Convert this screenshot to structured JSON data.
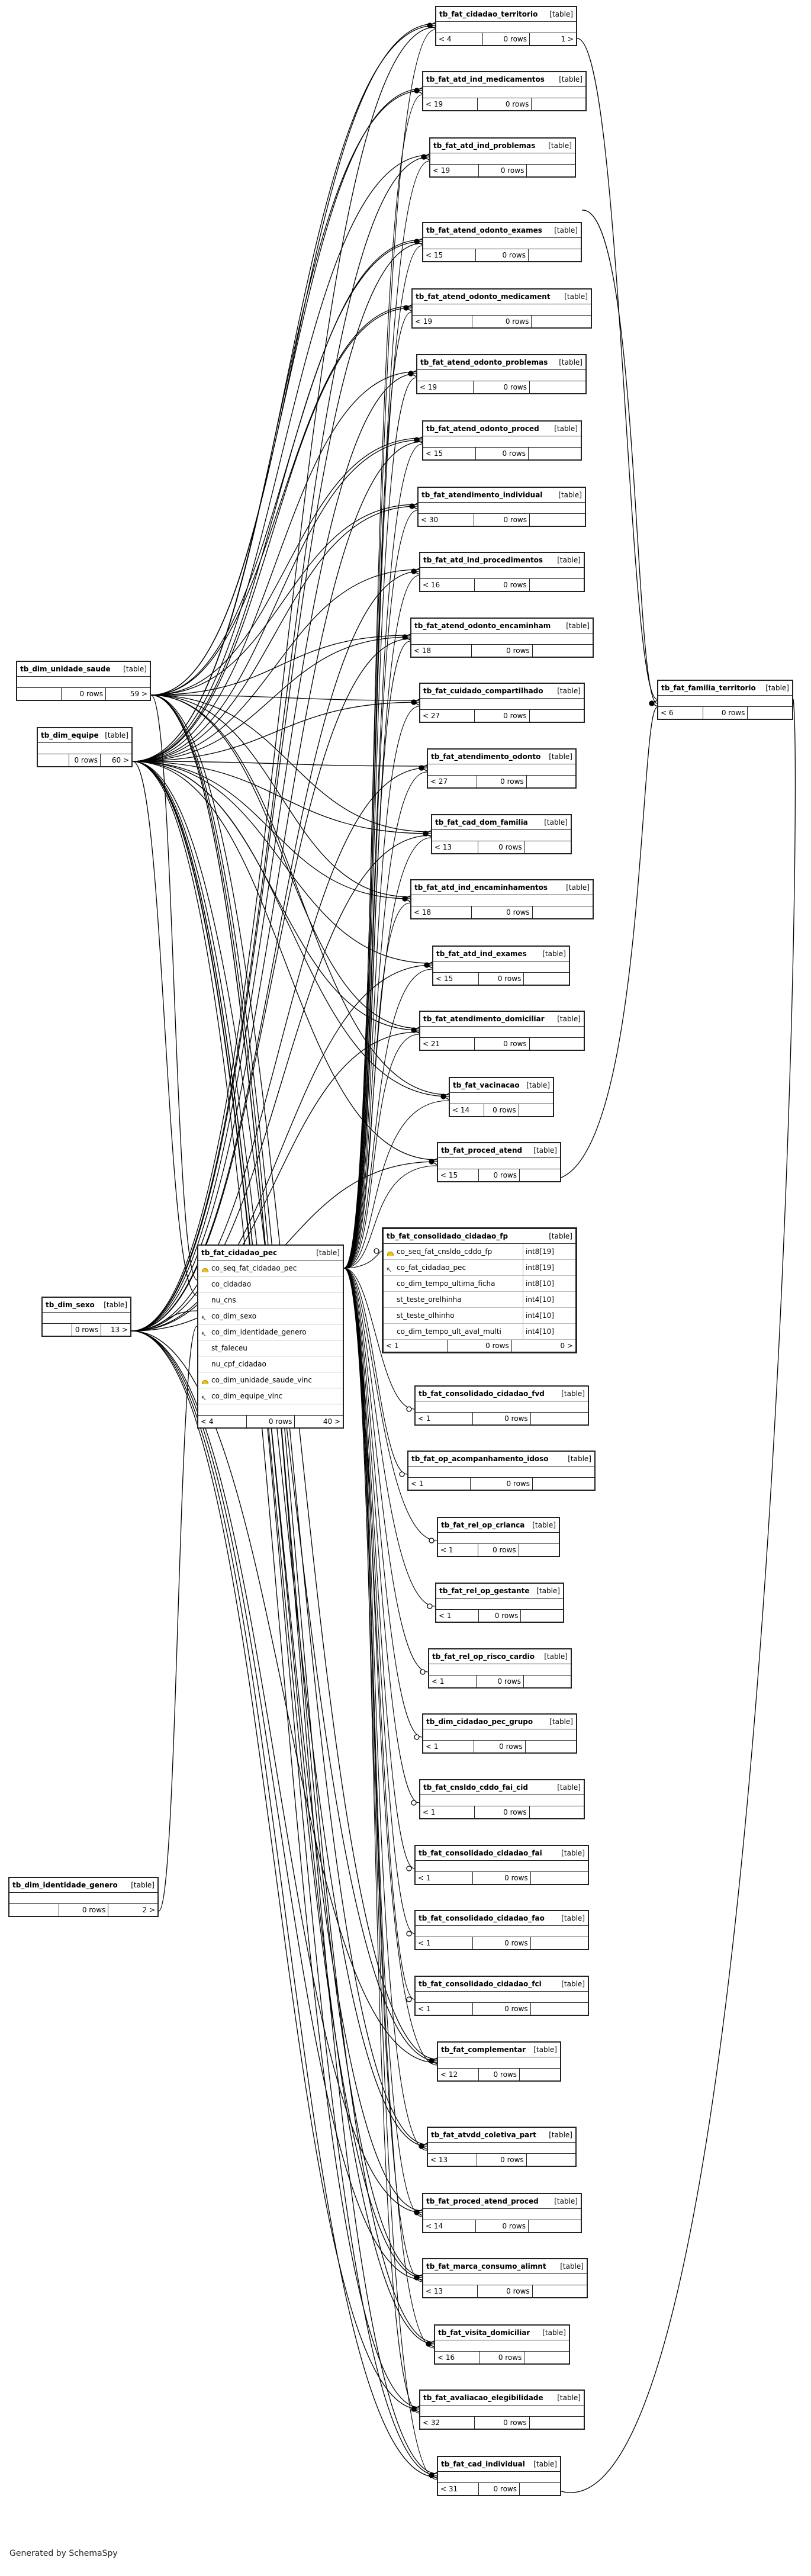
{
  "footer_text": "Generated by SchemaSpy",
  "table_tag": "[table]",
  "tables": [
    {
      "id": "t_terr",
      "name": "tb_fat_cidadao_territorio",
      "left": "< 4",
      "rows": "0 rows",
      "right": "1 >"
    },
    {
      "id": "t_med",
      "name": "tb_fat_atd_ind_medicamentos",
      "left": "< 19",
      "rows": "0 rows",
      "right": ""
    },
    {
      "id": "t_prob",
      "name": "tb_fat_atd_ind_problemas",
      "left": "< 19",
      "rows": "0 rows",
      "right": ""
    },
    {
      "id": "t_oexa",
      "name": "tb_fat_atend_odonto_exames",
      "left": "< 15",
      "rows": "0 rows",
      "right": ""
    },
    {
      "id": "t_omed",
      "name": "tb_fat_atend_odonto_medicament",
      "left": "< 19",
      "rows": "0 rows",
      "right": ""
    },
    {
      "id": "t_oprob",
      "name": "tb_fat_atend_odonto_problemas",
      "left": "< 19",
      "rows": "0 rows",
      "right": ""
    },
    {
      "id": "t_oproc",
      "name": "tb_fat_atend_odonto_proced",
      "left": "< 15",
      "rows": "0 rows",
      "right": ""
    },
    {
      "id": "t_aind",
      "name": "tb_fat_atendimento_individual",
      "left": "< 30",
      "rows": "0 rows",
      "right": ""
    },
    {
      "id": "t_iproc",
      "name": "tb_fat_atd_ind_procedimentos",
      "left": "< 16",
      "rows": "0 rows",
      "right": ""
    },
    {
      "id": "t_oenc",
      "name": "tb_fat_atend_odonto_encaminham",
      "left": "< 18",
      "rows": "0 rows",
      "right": ""
    },
    {
      "id": "t_ccomp",
      "name": "tb_fat_cuidado_compartilhado",
      "left": "< 27",
      "rows": "0 rows",
      "right": ""
    },
    {
      "id": "t_aodo",
      "name": "tb_fat_atendimento_odonto",
      "left": "< 27",
      "rows": "0 rows",
      "right": ""
    },
    {
      "id": "t_cdom",
      "name": "tb_fat_cad_dom_familia",
      "left": "< 13",
      "rows": "0 rows",
      "right": ""
    },
    {
      "id": "t_ienc",
      "name": "tb_fat_atd_ind_encaminhamentos",
      "left": "< 18",
      "rows": "0 rows",
      "right": ""
    },
    {
      "id": "t_iexa",
      "name": "tb_fat_atd_ind_exames",
      "left": "< 15",
      "rows": "0 rows",
      "right": ""
    },
    {
      "id": "t_adom",
      "name": "tb_fat_atendimento_domiciliar",
      "left": "< 21",
      "rows": "0 rows",
      "right": ""
    },
    {
      "id": "t_vac",
      "name": "tb_fat_vacinacao",
      "left": "< 14",
      "rows": "0 rows",
      "right": ""
    },
    {
      "id": "t_patd",
      "name": "tb_fat_proced_atend",
      "left": "< 15",
      "rows": "0 rows",
      "right": ""
    },
    {
      "id": "t_fvd",
      "name": "tb_fat_consolidado_cidadao_fvd",
      "left": "< 1",
      "rows": "0 rows",
      "right": ""
    },
    {
      "id": "t_idoso",
      "name": "tb_fat_op_acompanhamento_idoso",
      "left": "< 1",
      "rows": "0 rows",
      "right": ""
    },
    {
      "id": "t_cri",
      "name": "tb_fat_rel_op_crianca",
      "left": "< 1",
      "rows": "0 rows",
      "right": ""
    },
    {
      "id": "t_ges",
      "name": "tb_fat_rel_op_gestante",
      "left": "< 1",
      "rows": "0 rows",
      "right": ""
    },
    {
      "id": "t_risco",
      "name": "tb_fat_rel_op_risco_cardio",
      "left": "< 1",
      "rows": "0 rows",
      "right": ""
    },
    {
      "id": "t_grupo",
      "name": "tb_dim_cidadao_pec_grupo",
      "left": "< 1",
      "rows": "0 rows",
      "right": ""
    },
    {
      "id": "t_fcid",
      "name": "tb_fat_cnsldo_cddo_fai_cid",
      "left": "< 1",
      "rows": "0 rows",
      "right": ""
    },
    {
      "id": "t_fai",
      "name": "tb_fat_consolidado_cidadao_fai",
      "left": "< 1",
      "rows": "0 rows",
      "right": ""
    },
    {
      "id": "t_fao",
      "name": "tb_fat_consolidado_cidadao_fao",
      "left": "< 1",
      "rows": "0 rows",
      "right": ""
    },
    {
      "id": "t_fci",
      "name": "tb_fat_consolidado_cidadao_fci",
      "left": "< 1",
      "rows": "0 rows",
      "right": ""
    },
    {
      "id": "t_compl",
      "name": "tb_fat_complementar",
      "left": "< 12",
      "rows": "0 rows",
      "right": ""
    },
    {
      "id": "t_ativ",
      "name": "tb_fat_atvdd_coletiva_part",
      "left": "< 13",
      "rows": "0 rows",
      "right": ""
    },
    {
      "id": "t_ppro",
      "name": "tb_fat_proced_atend_proced",
      "left": "< 14",
      "rows": "0 rows",
      "right": ""
    },
    {
      "id": "t_marca",
      "name": "tb_fat_marca_consumo_alimnt",
      "left": "< 13",
      "rows": "0 rows",
      "right": ""
    },
    {
      "id": "t_visita",
      "name": "tb_fat_visita_domiciliar",
      "left": "< 16",
      "rows": "0 rows",
      "right": ""
    },
    {
      "id": "t_aval",
      "name": "tb_fat_avaliacao_elegibilidade",
      "left": "< 32",
      "rows": "0 rows",
      "right": ""
    },
    {
      "id": "t_cadind",
      "name": "tb_fat_cad_individual",
      "left": "< 31",
      "rows": "0 rows",
      "right": ""
    },
    {
      "id": "t_fam",
      "name": "tb_fat_familia_territorio",
      "left": "< 6",
      "rows": "0 rows",
      "right": ""
    },
    {
      "id": "t_unid",
      "name": "tb_dim_unidade_saude",
      "left": "",
      "rows": "0 rows",
      "right": "59 >"
    },
    {
      "id": "t_equipe",
      "name": "tb_dim_equipe",
      "left": "",
      "rows": "0 rows",
      "right": "60 >"
    },
    {
      "id": "t_sexo",
      "name": "tb_dim_sexo",
      "left": "",
      "rows": "0 rows",
      "right": "13 >"
    },
    {
      "id": "t_ident",
      "name": "tb_dim_identidade_genero",
      "left": "",
      "rows": "0 rows",
      "right": "2 >"
    }
  ],
  "pec": {
    "name": "tb_fat_cidadao_pec",
    "columns": [
      {
        "name": "co_seq_fat_cidadao_pec",
        "mark": "pk"
      },
      {
        "name": "co_cidadao",
        "mark": ""
      },
      {
        "name": "nu_cns",
        "mark": ""
      },
      {
        "name": "co_dim_sexo",
        "mark": "fk"
      },
      {
        "name": "co_dim_identidade_genero",
        "mark": "fk"
      },
      {
        "name": "st_faleceu",
        "mark": ""
      },
      {
        "name": "nu_cpf_cidadao",
        "mark": ""
      },
      {
        "name": "co_dim_unidade_saude_vinc",
        "mark": "pkfk"
      },
      {
        "name": "co_dim_equipe_vinc",
        "mark": "fk"
      }
    ],
    "left": "< 4",
    "rows": "0 rows",
    "right": "40 >"
  },
  "fp": {
    "name": "tb_fat_consolidado_cidadao_fp",
    "columns": [
      {
        "name": "co_seq_fat_cnsldo_cddo_fp",
        "type": "int8[19]",
        "mark": "pk"
      },
      {
        "name": "co_fat_cidadao_pec",
        "type": "int8[19]",
        "mark": "fk"
      },
      {
        "name": "co_dim_tempo_ultima_ficha",
        "type": "int8[10]",
        "mark": ""
      },
      {
        "name": "st_teste_orelhinha",
        "type": "int4[10]",
        "mark": ""
      },
      {
        "name": "st_teste_olhinho",
        "type": "int4[10]",
        "mark": ""
      },
      {
        "name": "co_dim_tempo_ult_aval_multi",
        "type": "int4[10]",
        "mark": ""
      }
    ],
    "left": "< 1",
    "rows": "0 rows",
    "right": "0 >"
  }
}
